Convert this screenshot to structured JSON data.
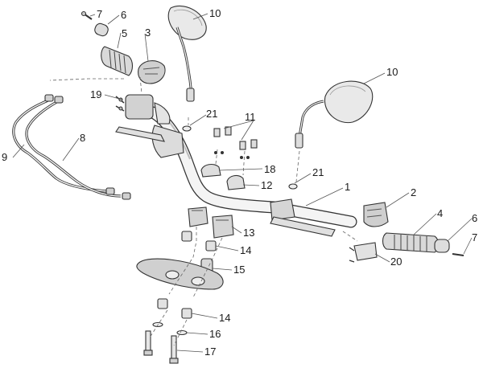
{
  "diagram": {
    "callouts": [
      "1",
      "2",
      "3",
      "4",
      "5",
      "6",
      "7",
      "8",
      "9",
      "10",
      "11",
      "12",
      "13",
      "14",
      "15",
      "16",
      "17",
      "18",
      "19",
      "20",
      "21"
    ],
    "callouts_repeat": {
      "mirror_right": "10",
      "grip_right": "6",
      "screw_right": "7",
      "spacer_lower": "14",
      "clip_right": "21"
    }
  }
}
